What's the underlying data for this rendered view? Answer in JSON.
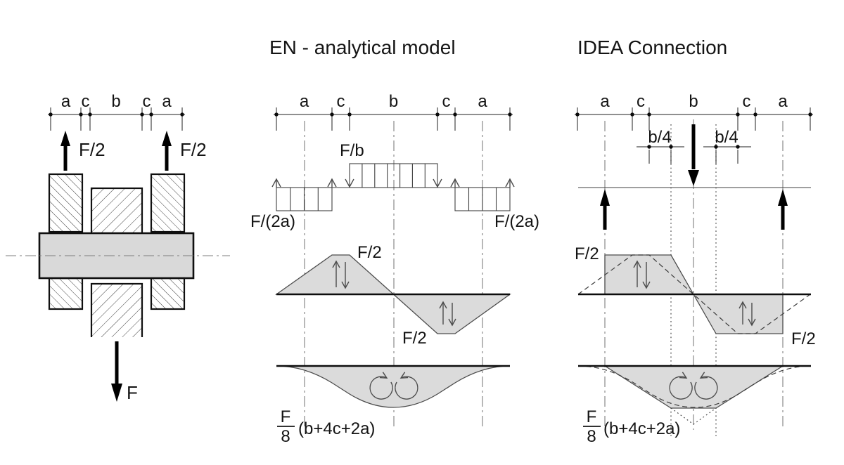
{
  "colors": {
    "shape_fill": "#dbdbdb",
    "pin_fill": "#d9d9d9"
  },
  "left_model": {
    "dim_labels": [
      "a",
      "c",
      "b",
      "c",
      "a"
    ],
    "force_left": "F/2",
    "force_right": "F/2",
    "force_bottom": "F"
  },
  "en_model": {
    "title": "EN - analytical model",
    "dim_labels": [
      "a",
      "c",
      "b",
      "c",
      "a"
    ],
    "load_middle": "F/b",
    "load_left": "F/(2a)",
    "load_right": "F/(2a)",
    "shear_top": "F/2",
    "shear_bottom": "F/2",
    "moment_numerator": "F",
    "moment_denominator": "8",
    "moment_expression": "(b+4c+2a)"
  },
  "idea_model": {
    "title": "IDEA Connection",
    "dim_labels": [
      "a",
      "c",
      "b",
      "c",
      "a"
    ],
    "dim_quarter_left": "b/4",
    "dim_quarter_right": "b/4",
    "shear_top": "F/2",
    "shear_bottom": "F/2",
    "moment_numerator": "F",
    "moment_denominator": "8",
    "moment_expression": "(b+4c+2a)"
  }
}
